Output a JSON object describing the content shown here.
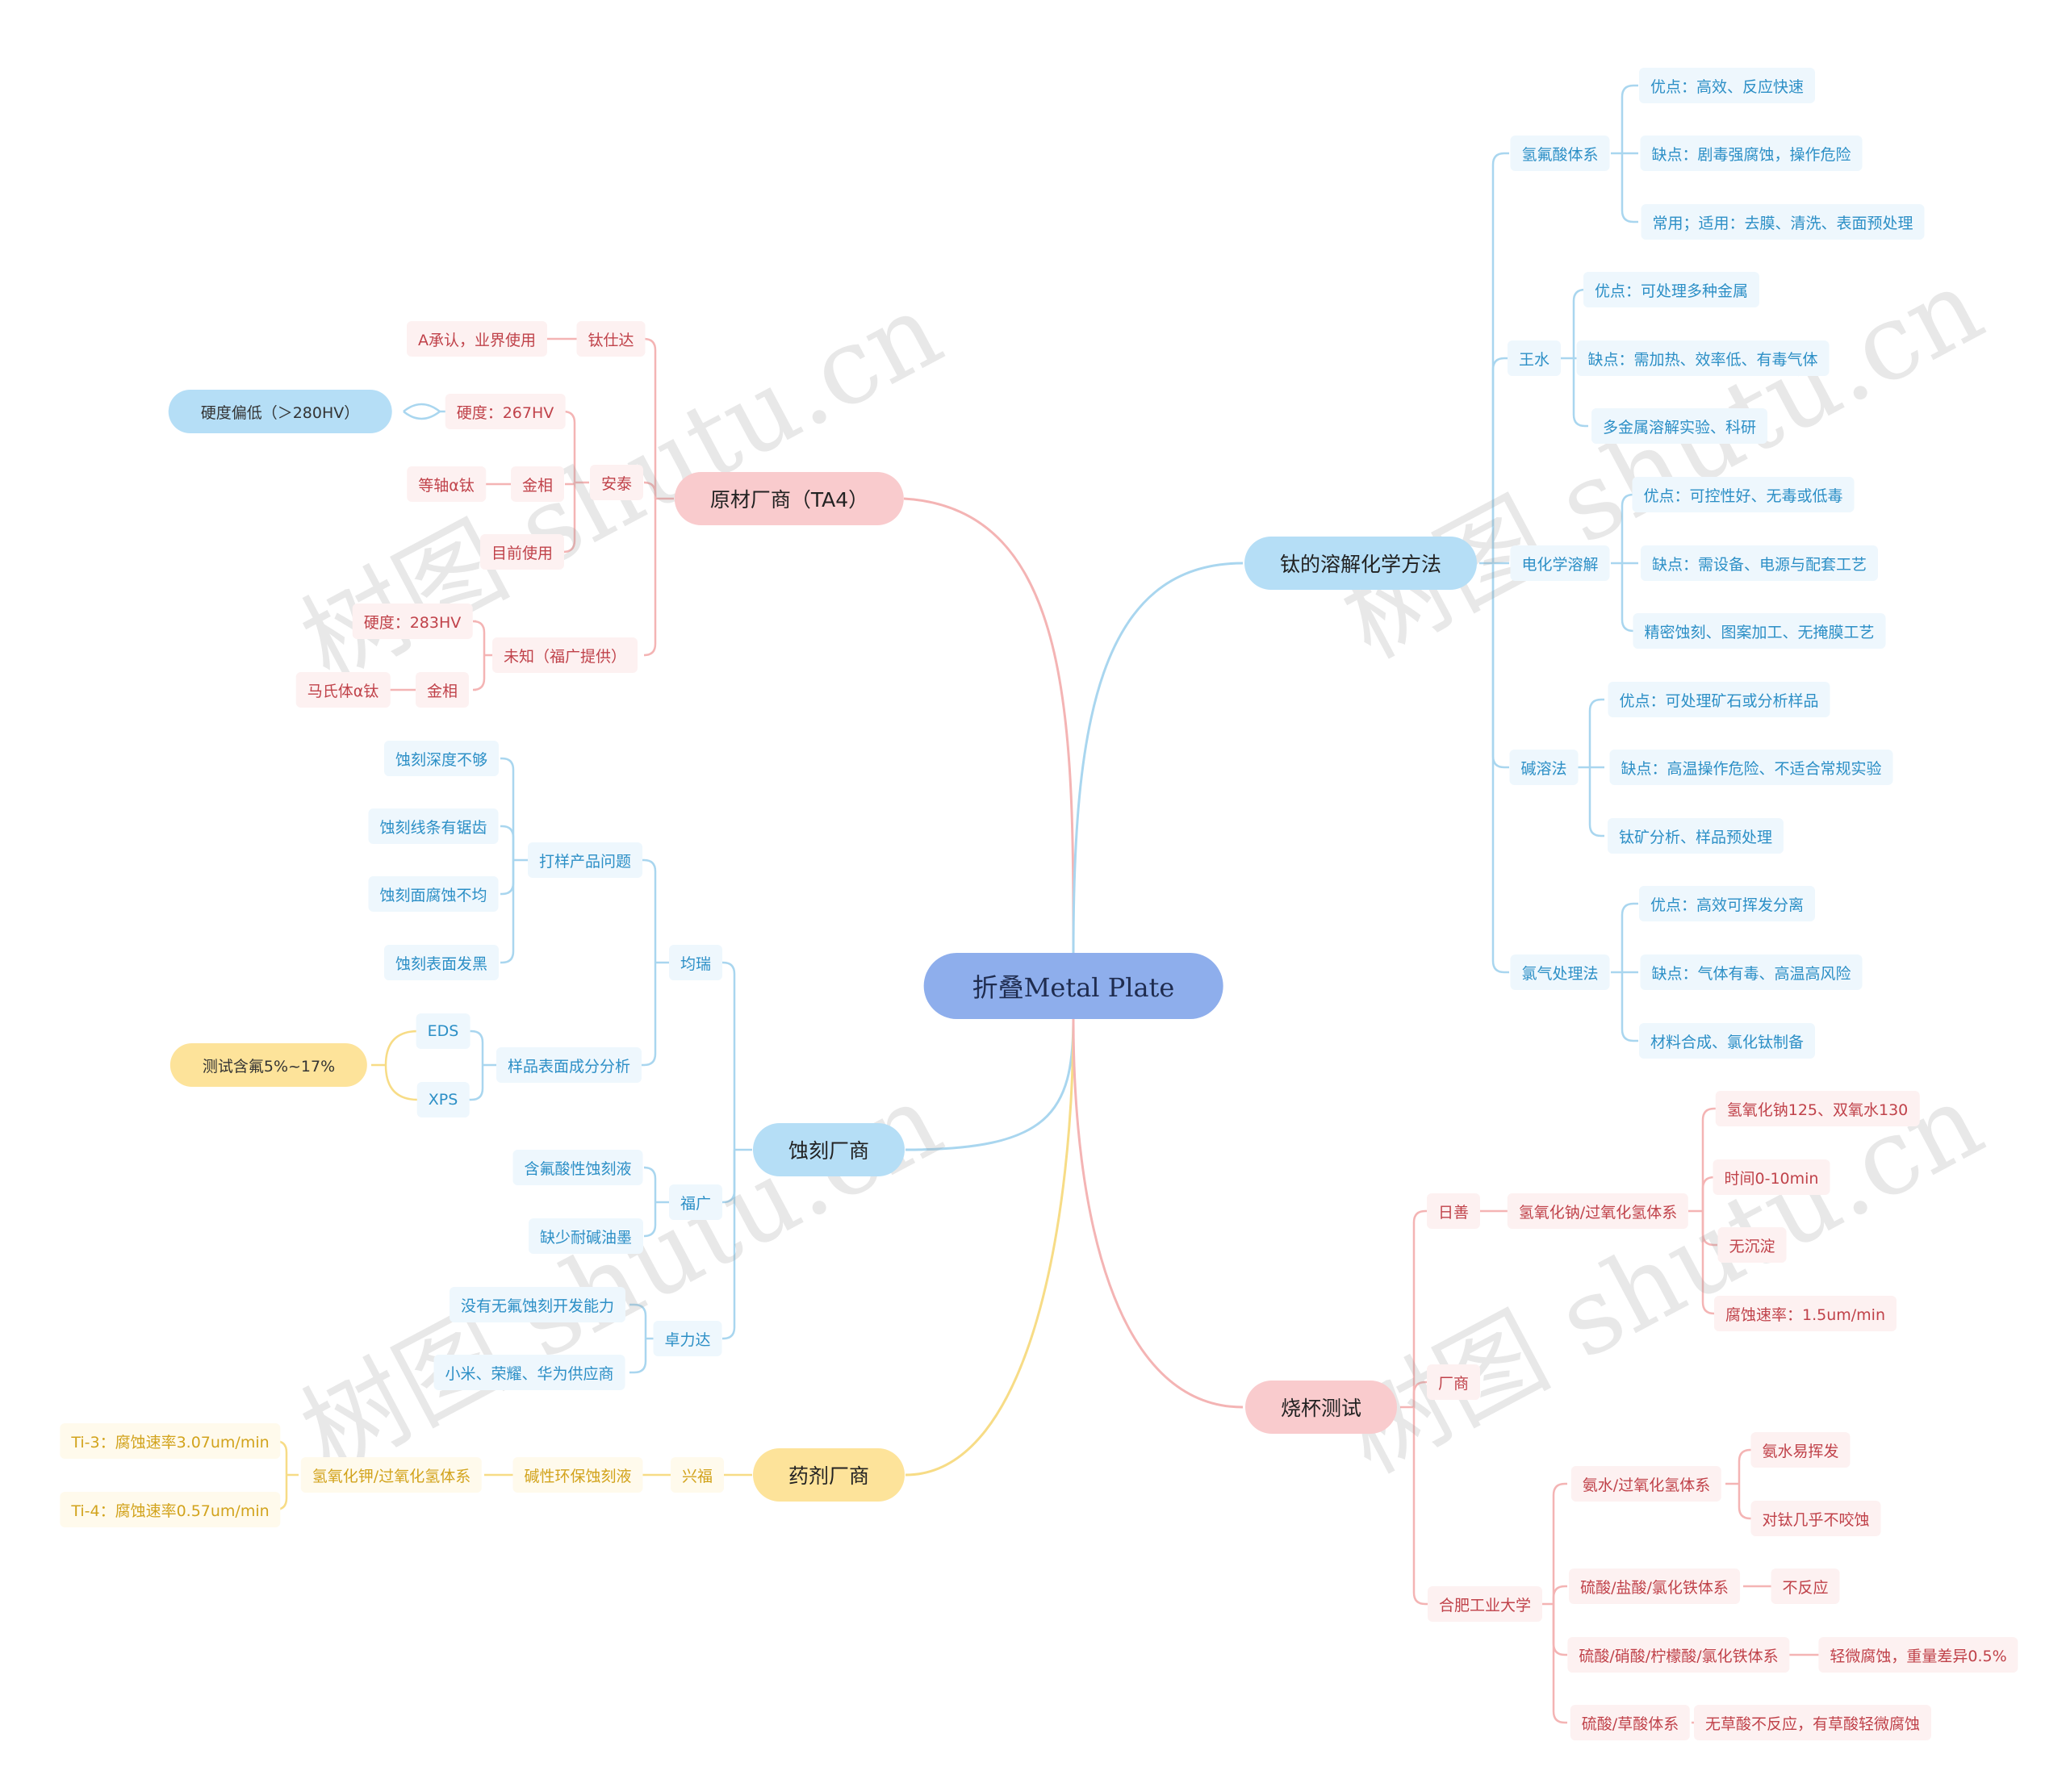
{
  "root": "折叠Metal Plate",
  "watermark": "树图 shutu.cn",
  "colors": {
    "red": "#f4b4b4",
    "blue": "#a9d6ef",
    "yellow": "#f7dc86"
  },
  "branches": {
    "raw": {
      "label": "原材厂商（TA4）",
      "tsd": {
        "label": "钛仕达",
        "note": "A承认，业界使用"
      },
      "antai": {
        "label": "安泰",
        "hardness": "硬度：267HV",
        "hardness_note": "硬度偏低（＞280HV）",
        "metallo": "金相",
        "metallo_value": "等轴α钛",
        "current": "目前使用"
      },
      "unknown": {
        "label": "未知（福广提供）",
        "hardness": "硬度：283HV",
        "metallo": "金相",
        "metallo_value": "马氏体α钛"
      }
    },
    "etch": {
      "label": "蚀刻厂商",
      "junrui": {
        "label": "均瑞",
        "problems": {
          "label": "打样产品问题",
          "items": [
            "蚀刻深度不够",
            "蚀刻线条有锯齿",
            "蚀刻面腐蚀不均",
            "蚀刻表面发黑"
          ]
        },
        "analysis": {
          "label": "样品表面成分分析",
          "methods": [
            "EDS",
            "XPS"
          ],
          "result": "测试含氟5%~17%"
        }
      },
      "fuguang": {
        "label": "福广",
        "items": [
          "含氟酸性蚀刻液",
          "缺少耐碱油墨"
        ]
      },
      "zhuolida": {
        "label": "卓力达",
        "items": [
          "没有无氟蚀刻开发能力",
          "小米、荣耀、华为供应商"
        ]
      }
    },
    "agent": {
      "label": "药剂厂商",
      "xingfu": "兴福",
      "liquid": "碱性环保蚀刻液",
      "system": "氢氧化钾/过氧化氢体系",
      "results": [
        "Ti-3：腐蚀速率3.07um/min",
        "Ti-4：腐蚀速率0.57um/min"
      ]
    },
    "chem": {
      "label": "钛的溶解化学方法",
      "groups": [
        {
          "label": "氢氟酸体系",
          "items": [
            "优点：高效、反应快速",
            "缺点：剧毒强腐蚀，操作危险",
            "常用；适用：去膜、清洗、表面预处理"
          ]
        },
        {
          "label": "王水",
          "items": [
            "优点：可处理多种金属",
            "缺点：需加热、效率低、有毒气体",
            "多金属溶解实验、科研"
          ]
        },
        {
          "label": "电化学溶解",
          "items": [
            "优点：可控性好、无毒或低毒",
            "缺点：需设备、电源与配套工艺",
            "精密蚀刻、图案加工、无掩膜工艺"
          ]
        },
        {
          "label": "碱溶法",
          "items": [
            "优点：可处理矿石或分析样品",
            "缺点：高温操作危险、不适合常规实验",
            "钛矿分析、样品预处理"
          ]
        },
        {
          "label": "氯气处理法",
          "items": [
            "优点：高效可挥发分离",
            "缺点：气体有毒、高温高风险",
            "材料合成、氯化钛制备"
          ]
        }
      ]
    },
    "beaker": {
      "label": "烧杯测试",
      "rishan": {
        "label": "日善",
        "system": "氢氧化钠/过氧化氢体系",
        "items": [
          "氢氧化钠125、双氧水130",
          "时间0-10min",
          "无沉淀",
          "腐蚀速率：1.5um/min"
        ]
      },
      "vendor": "厂商",
      "hefei": {
        "label": "合肥工业大学",
        "ammonia": {
          "label": "氨水/过氧化氢体系",
          "items": [
            "氨水易挥发",
            "对钛几乎不咬蚀"
          ]
        },
        "s1": {
          "label": "硫酸/盐酸/氯化铁体系",
          "result": "不反应"
        },
        "s2": {
          "label": "硫酸/硝酸/柠檬酸/氯化铁体系",
          "result": "轻微腐蚀，重量差异0.5%"
        },
        "s3": {
          "label": "硫酸/草酸体系",
          "result": "无草酸不反应，有草酸轻微腐蚀"
        }
      }
    }
  }
}
